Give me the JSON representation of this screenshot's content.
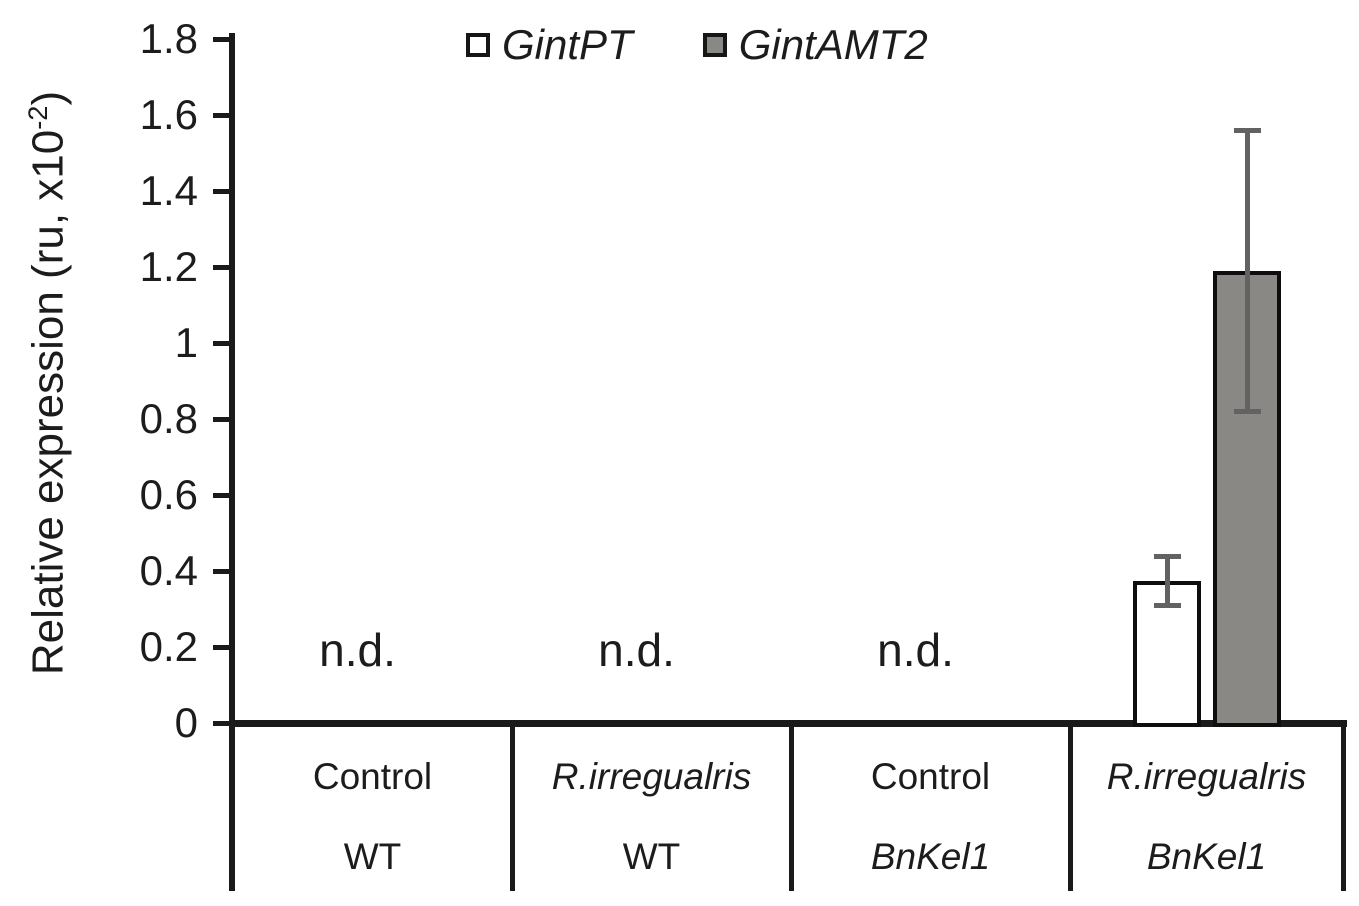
{
  "chart_data": {
    "type": "bar",
    "title": "",
    "ylabel": "Relative expression (ru, x10⁻²)",
    "ylabel_parts": {
      "main": "Relative expression (ru, x10",
      "sup": "-2",
      "close": ")"
    },
    "ylim": [
      0,
      1.8
    ],
    "grid": false,
    "legend_position": "top",
    "yticks": [
      {
        "value": 0,
        "label": "0"
      },
      {
        "value": 0.2,
        "label": "0.2"
      },
      {
        "value": 0.4,
        "label": "0.4"
      },
      {
        "value": 0.6,
        "label": "0.6"
      },
      {
        "value": 0.8,
        "label": "0.8"
      },
      {
        "value": 1,
        "label": "1"
      },
      {
        "value": 1.2,
        "label": "1.2"
      },
      {
        "value": 1.4,
        "label": "1.4"
      },
      {
        "value": 1.6,
        "label": "1.6"
      },
      {
        "value": 1.8,
        "label": "1.8"
      }
    ],
    "categories": [
      {
        "line1": "Control",
        "line1_italic": false,
        "line2": "WT",
        "line2_italic": false
      },
      {
        "line1": "R.irregualris",
        "line1_italic": true,
        "line2": "WT",
        "line2_italic": false
      },
      {
        "line1": "Control",
        "line1_italic": false,
        "line2": "BnKel1",
        "line2_italic": true
      },
      {
        "line1": "R.irregualris",
        "line1_italic": true,
        "line2": "BnKel1",
        "line2_italic": true
      }
    ],
    "series": [
      {
        "name": "GintPT",
        "fill": "#ffffff",
        "values": [
          null,
          null,
          null,
          0.375
        ],
        "errors": [
          null,
          null,
          null,
          0.065
        ]
      },
      {
        "name": "GintAMT2",
        "fill": "#8a8885",
        "values": [
          null,
          null,
          null,
          1.19
        ],
        "errors": [
          null,
          null,
          null,
          0.37
        ]
      }
    ],
    "annotations": [
      {
        "category_index": 0,
        "text": "n.d."
      },
      {
        "category_index": 1,
        "text": "n.d."
      },
      {
        "category_index": 2,
        "text": "n.d."
      }
    ],
    "legend": {
      "entries": [
        {
          "label": "GintPT",
          "fill": "#ffffff"
        },
        {
          "label": "GintAMT2",
          "fill": "#8a8885"
        }
      ]
    },
    "colors": {
      "axis": "#1a1a1a",
      "text": "#1c1c1c",
      "bar_outline": "#0e0e0e",
      "error_bar": "#626262"
    }
  }
}
